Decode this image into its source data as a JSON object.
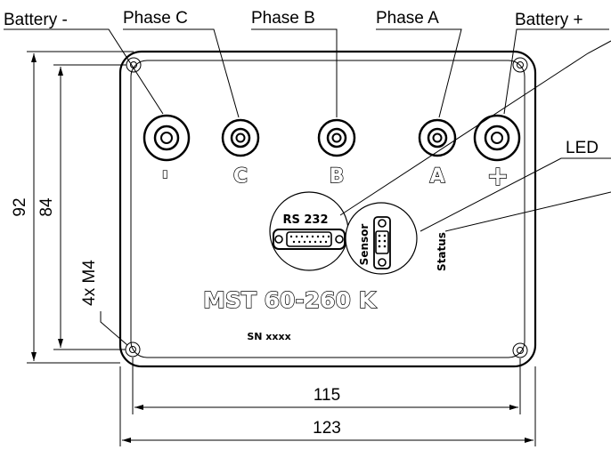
{
  "labels": {
    "battery_minus": "Battery -",
    "phase_c": "Phase C",
    "phase_b": "Phase B",
    "phase_a": "Phase A",
    "battery_plus": "Battery +",
    "led": "LED"
  },
  "terminals": {
    "minus": "-",
    "c": "C",
    "b": "B",
    "a": "A",
    "plus": "+"
  },
  "connectors": {
    "rs232": "RS 232",
    "sensor": "Sensor",
    "status": "Status"
  },
  "plate": {
    "model": "MST 60-260 K",
    "serial": "SN xxxx"
  },
  "dimensions": {
    "outer_height": "92",
    "inner_height": "84",
    "mount_holes": "4x M4",
    "inner_width": "115",
    "outer_width": "123"
  }
}
